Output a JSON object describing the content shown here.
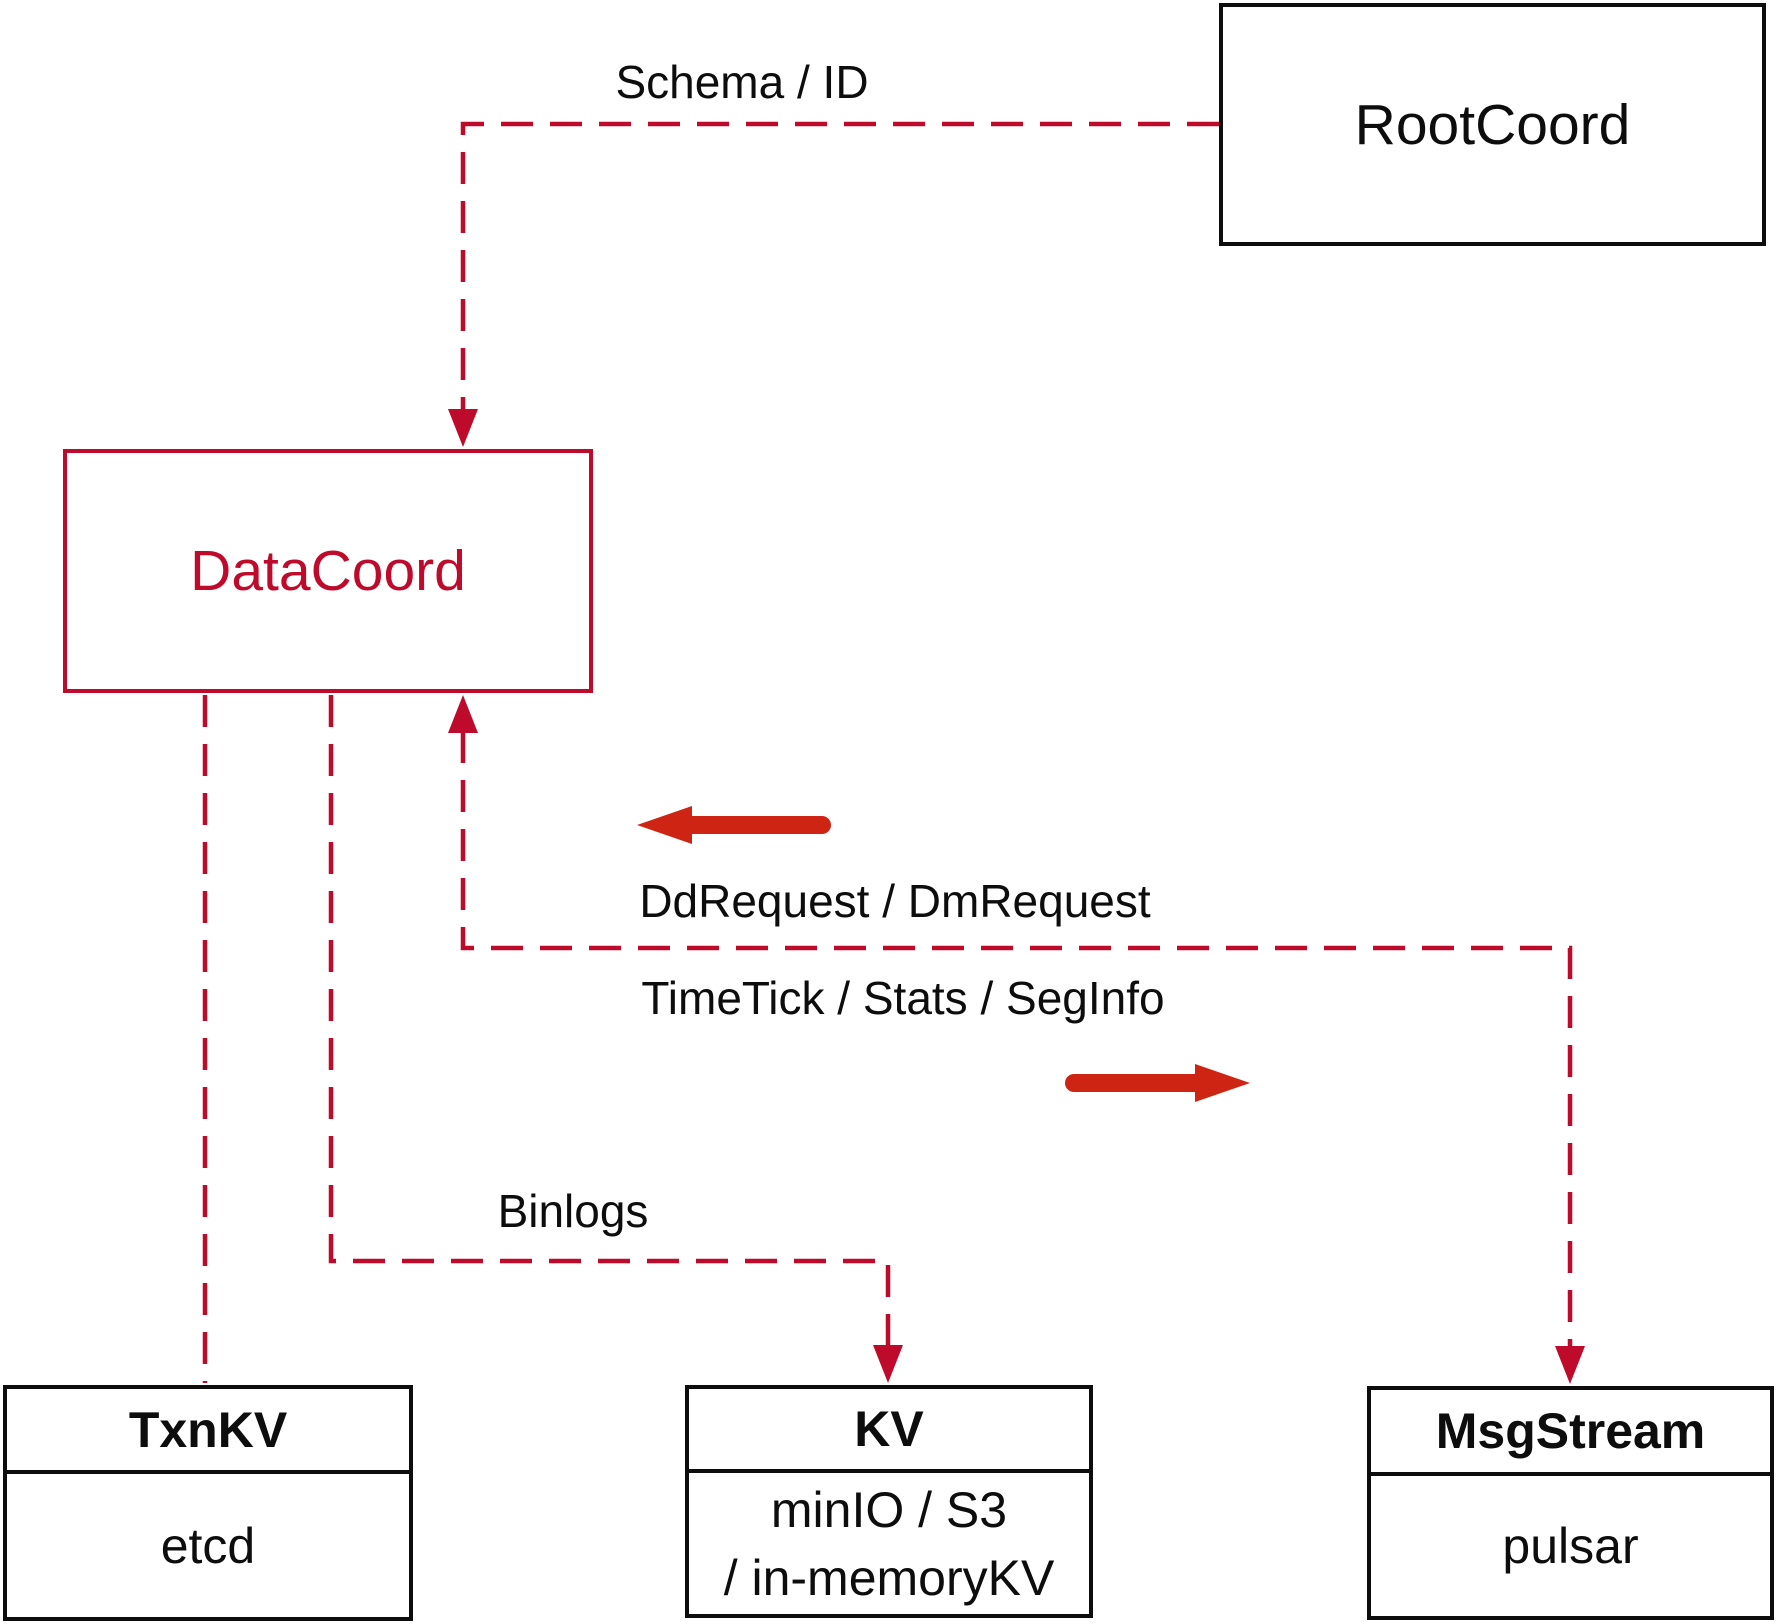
{
  "diagram": {
    "description": "Milvus DataCoord architecture diagram",
    "nodes": {
      "rootcoord": {
        "label": "RootCoord"
      },
      "datacoord": {
        "label": "DataCoord"
      },
      "txnkv": {
        "title": "TxnKV",
        "body": "etcd"
      },
      "kv": {
        "title": "KV",
        "body_line1": "minIO / S3",
        "body_line2": "/ in-memoryKV"
      },
      "msgstream": {
        "title": "MsgStream",
        "body": "pulsar"
      }
    },
    "edge_labels": {
      "schema_id": "Schema / ID",
      "dd_dm_request": "DdRequest / DmRequest",
      "timetick_stats_seginfo": "TimeTick / Stats / SegInfo",
      "binlogs": "Binlogs"
    },
    "colors": {
      "dashed_edge": "#be0b2b",
      "solid_arrow": "#cd2413",
      "node_border_black": "#0d0d0d",
      "node_accent": "#be0b2b",
      "background": "#ffffff"
    }
  }
}
